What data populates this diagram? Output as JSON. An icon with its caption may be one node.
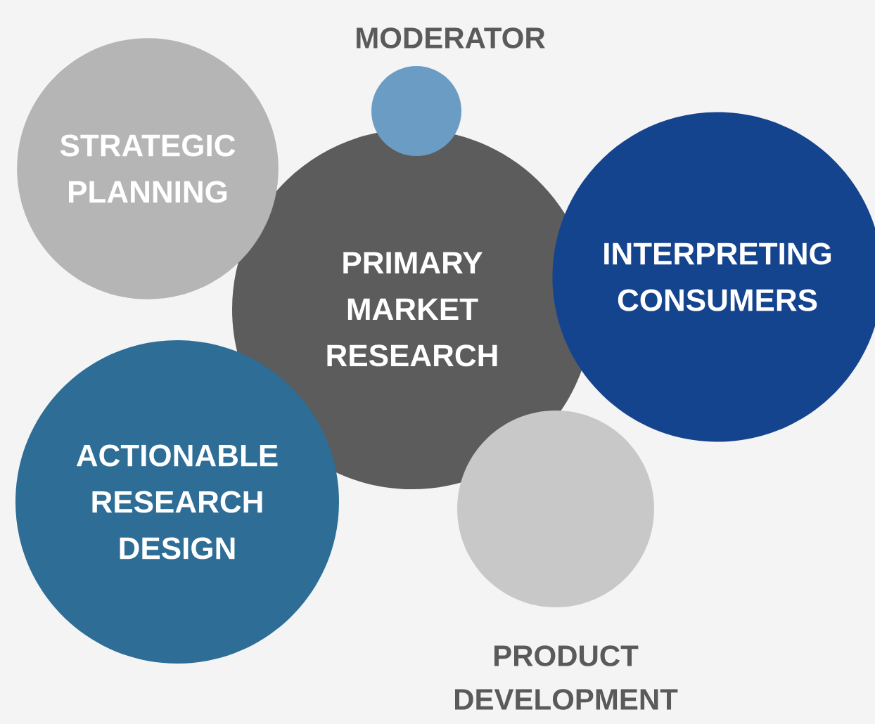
{
  "diagram": {
    "nodes": [
      {
        "text": [
          "MODERATOR"
        ]
      },
      {
        "text": [
          "STRATEGIC PLANNING"
        ]
      },
      {
        "text": [
          "PRIMARY MARKET RESEARCH"
        ]
      },
      {
        "text": [
          "INTERPRETING CONSUMERS"
        ]
      },
      {
        "text": [
          "ACTIONABLE RESEARCH DESIGN"
        ]
      },
      {
        "text": [
          "PRODUCT DEVELOPMENT"
        ]
      }
    ]
  }
}
